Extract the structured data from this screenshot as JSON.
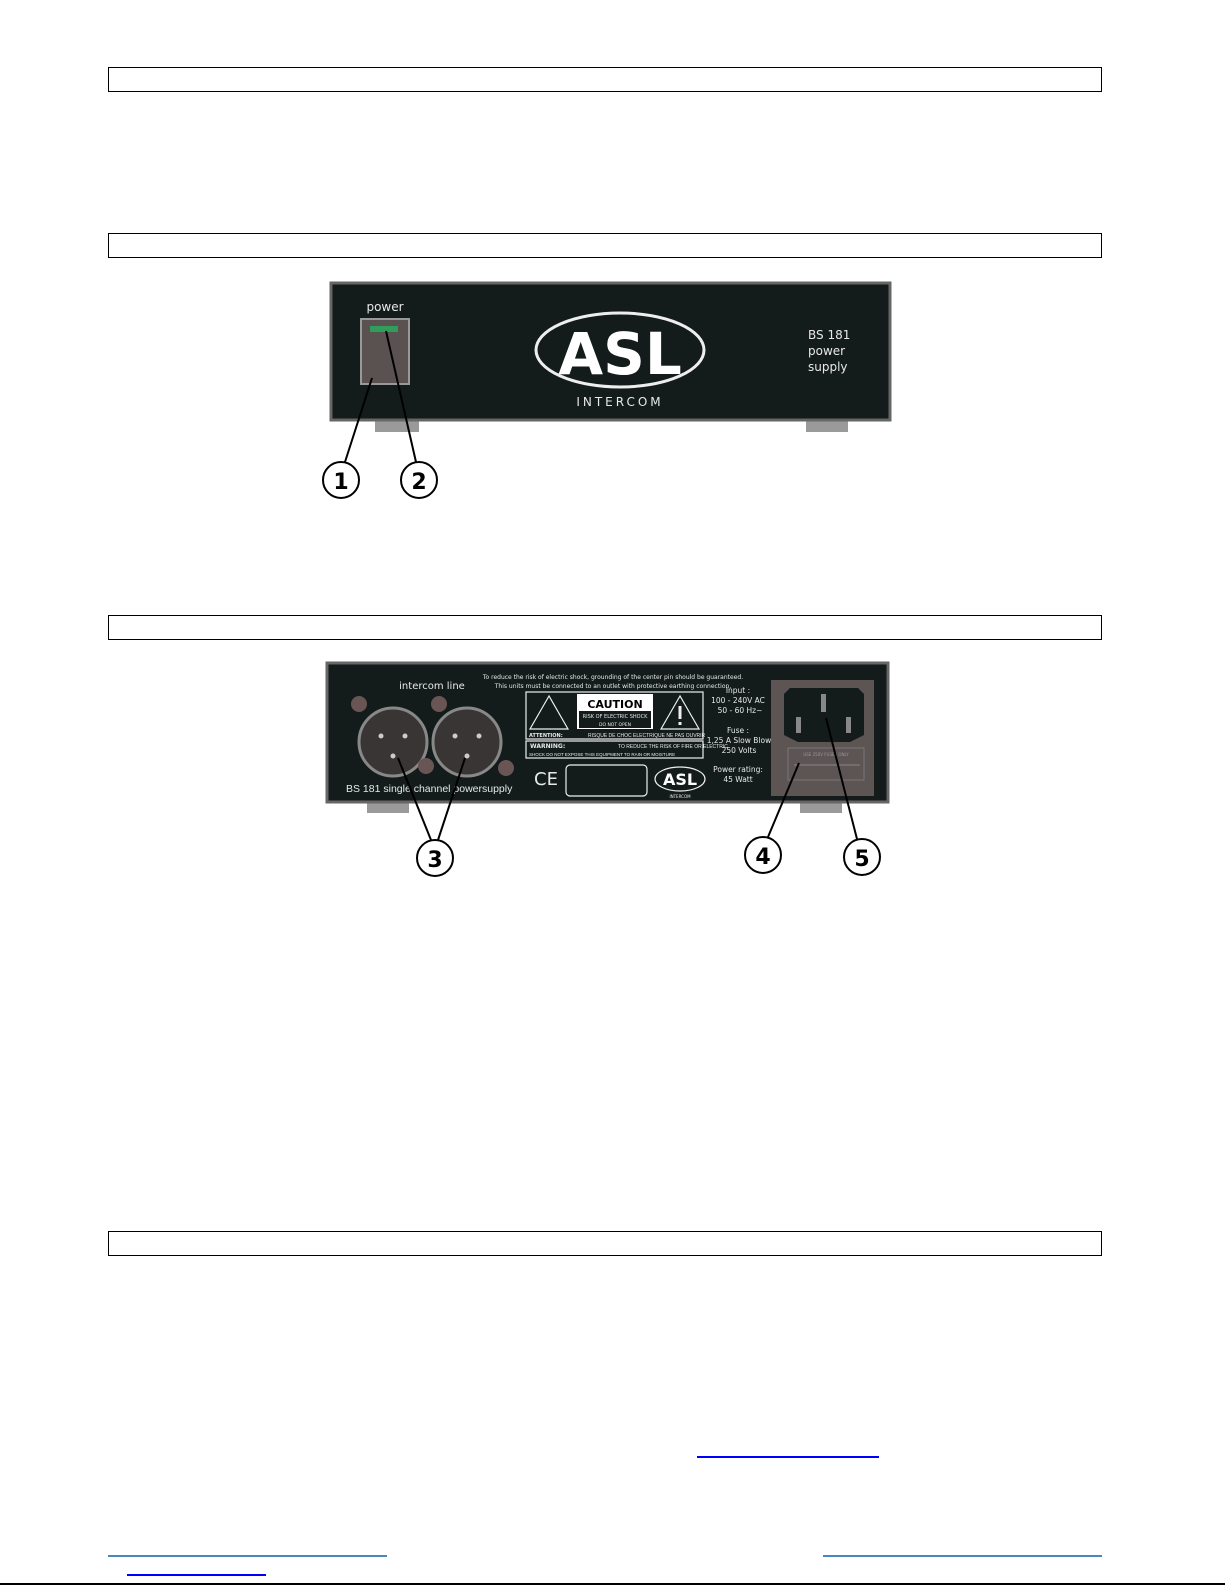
{
  "front_panel": {
    "power_label": "power",
    "logo_text": "ASL",
    "logo_sub": "INTERCOM",
    "model_lines": [
      "BS 181",
      "power",
      "supply"
    ],
    "callouts": [
      "1",
      "2"
    ],
    "led_color": "#2f9e5a"
  },
  "rear_panel": {
    "intercom_label": "intercom line",
    "model_label": "BS 181 single channel powersupply",
    "warning_top": [
      "To reduce the risk of electric shock, grounding of the center pin should be guaranteed.",
      "This units must be connected to an outlet with protective earthing connection."
    ],
    "caution": "CAUTION",
    "caution_sub1": "RISK OF ELECTRIC SHOCK",
    "caution_sub2": "DO NOT OPEN",
    "attention": "ATTENTION:",
    "attention_text": "RISQUE DE CHOC ELECTRIQUE  NE PAS OUVRIR",
    "warning": "WARNING:",
    "warning_text1": "TO REDUCE THE RISK OF FIRE OR ELECTRIC",
    "warning_text2": "SHOCK DO NOT EXPOSE THIS EQUIPMENT TO RAIN OR MOISTURE",
    "ce": "CE",
    "input_lines": [
      "Input :",
      "100 - 240V AC",
      "50 - 60 Hz~"
    ],
    "fuse_lines": [
      "Fuse :",
      "1,25 A Slow Blow",
      "250 Volts"
    ],
    "power_lines": [
      "Power rating:",
      "45 Watt"
    ],
    "fuse_holder": "USE 250V FUSES ONLY",
    "logo_text": "ASL",
    "logo_sub": "INTERCOM",
    "callouts": [
      "3",
      "4",
      "5"
    ]
  }
}
